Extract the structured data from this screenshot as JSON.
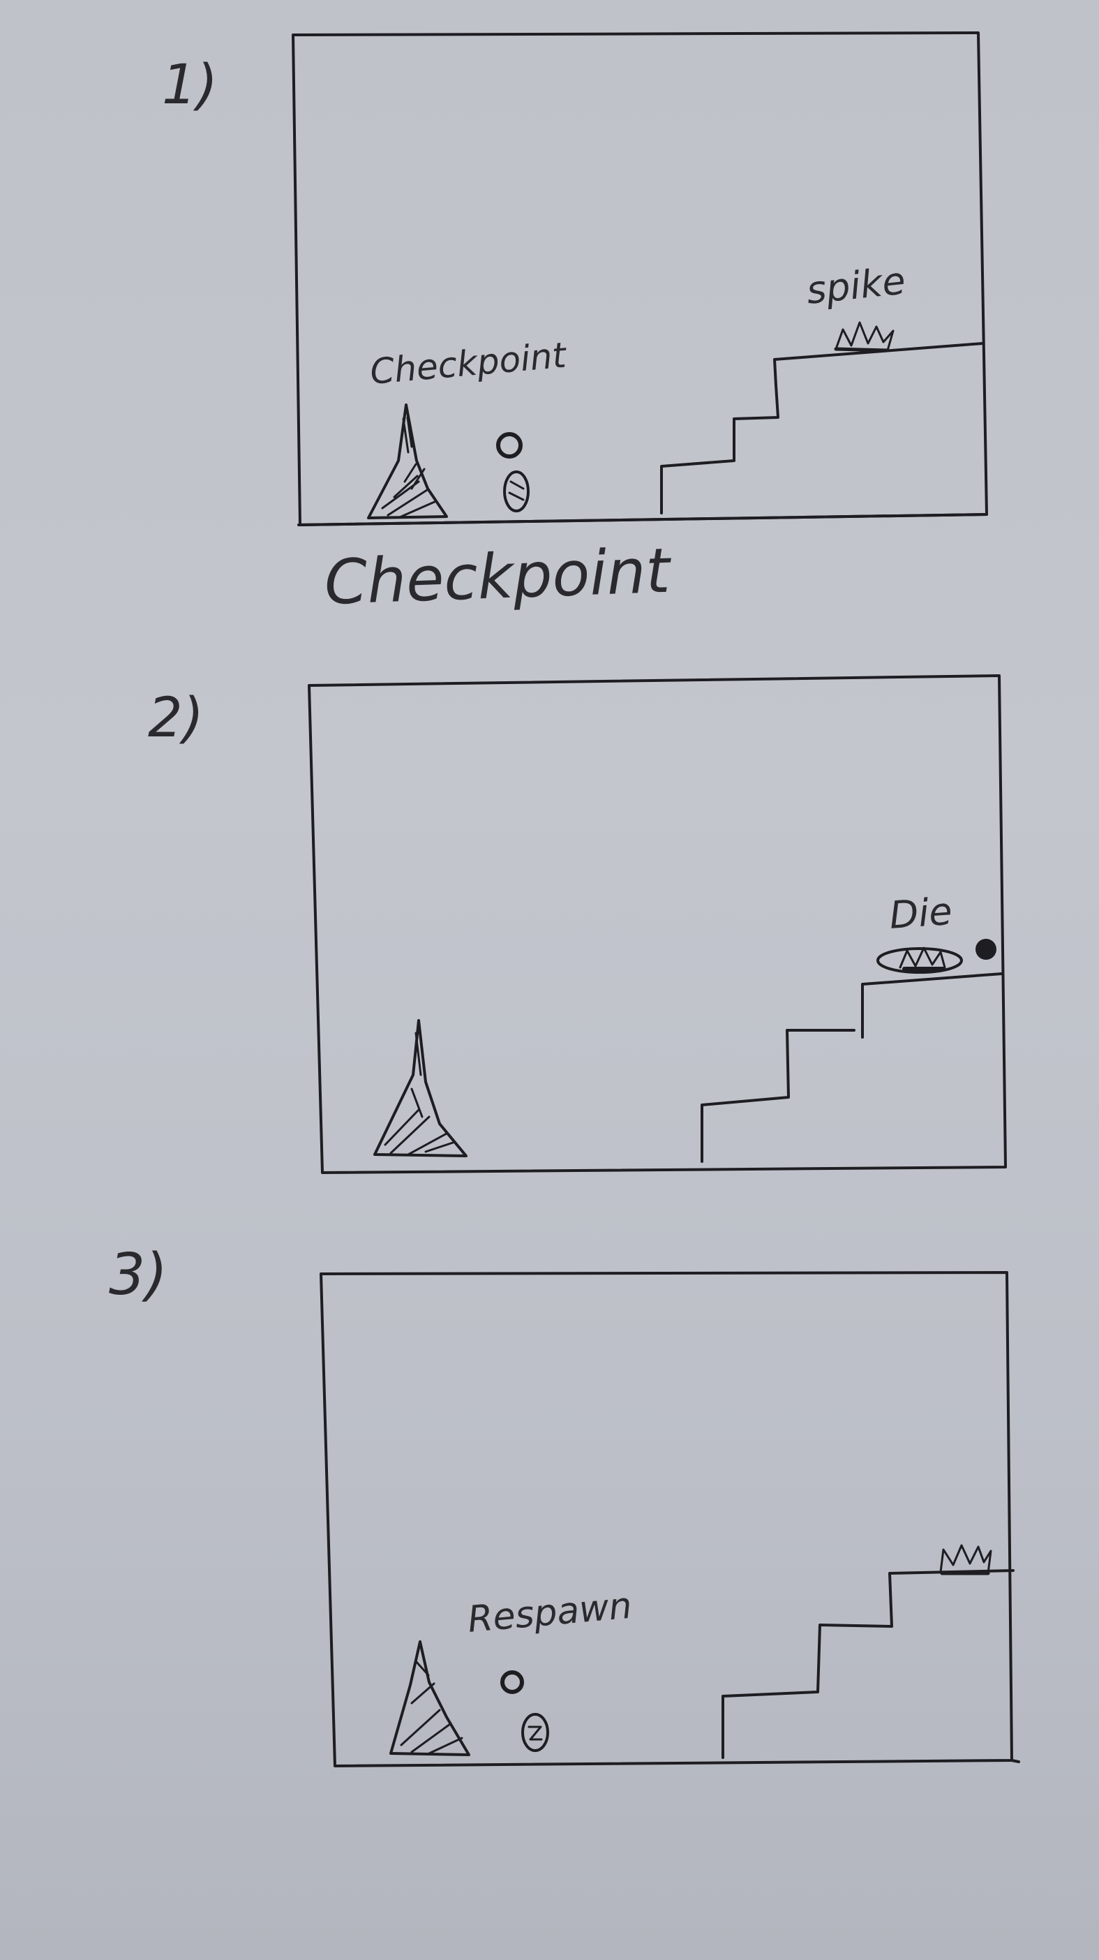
{
  "panels": [
    {
      "number": "1)",
      "labels": {
        "checkpoint": "Checkpoint",
        "spike": "spike"
      },
      "caption": "Checkpoint"
    },
    {
      "number": "2)",
      "labels": {
        "die": "Die"
      }
    },
    {
      "number": "3)",
      "labels": {
        "respawn": "Respawn"
      }
    }
  ],
  "icons": {
    "checkpoint": "checkpoint-flag-icon",
    "player": "player-character-icon",
    "spike": "spike-hazard-icon",
    "stairs": "stairs-platform",
    "death": "death-splat-icon"
  },
  "colors": {
    "paper": "#c0c3ca",
    "ink": "#1d1d22"
  }
}
